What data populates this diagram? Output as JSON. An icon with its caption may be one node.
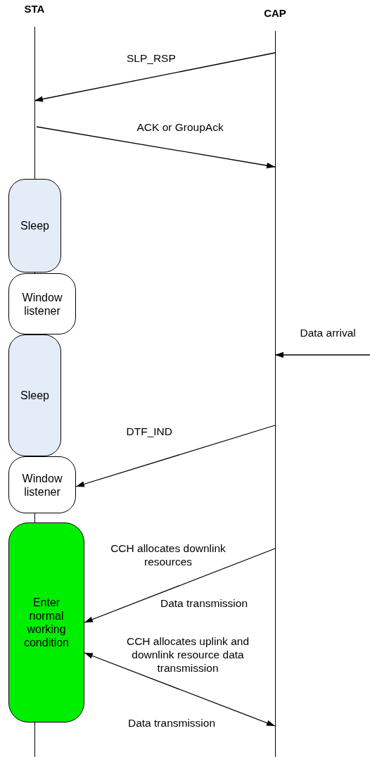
{
  "diagram": {
    "nodes": [
      {
        "text": [
          "STA"
        ]
      },
      {
        "text": [
          "CAP"
        ]
      },
      {
        "text": [
          "Sleep"
        ]
      },
      {
        "text": [
          "Window listener"
        ]
      },
      {
        "text": [
          "Sleep"
        ]
      },
      {
        "text": [
          "Window listener"
        ]
      },
      {
        "text": [
          "Enter normal working condition"
        ]
      }
    ],
    "edges": [
      {
        "from": 1,
        "to": 0,
        "arrow": "to",
        "label": "SLP_RSP"
      },
      {
        "from": 0,
        "to": 1,
        "arrow": "to",
        "label": "ACK or GroupAck"
      },
      {
        "from": null,
        "to": 1,
        "arrow": "to",
        "label": "Data arrival"
      },
      {
        "from": 1,
        "to": 5,
        "arrow": "to",
        "label": "DTF_IND"
      },
      {
        "from": 1,
        "to": 6,
        "arrow": "to",
        "label": "CCH allocates downlink resources"
      },
      {
        "from": 6,
        "to": 1,
        "arrow": "both",
        "label": "CCH allocates uplink and downlink resource data transmission"
      }
    ],
    "labels": [
      "Data transmission",
      "Data transmission"
    ]
  }
}
